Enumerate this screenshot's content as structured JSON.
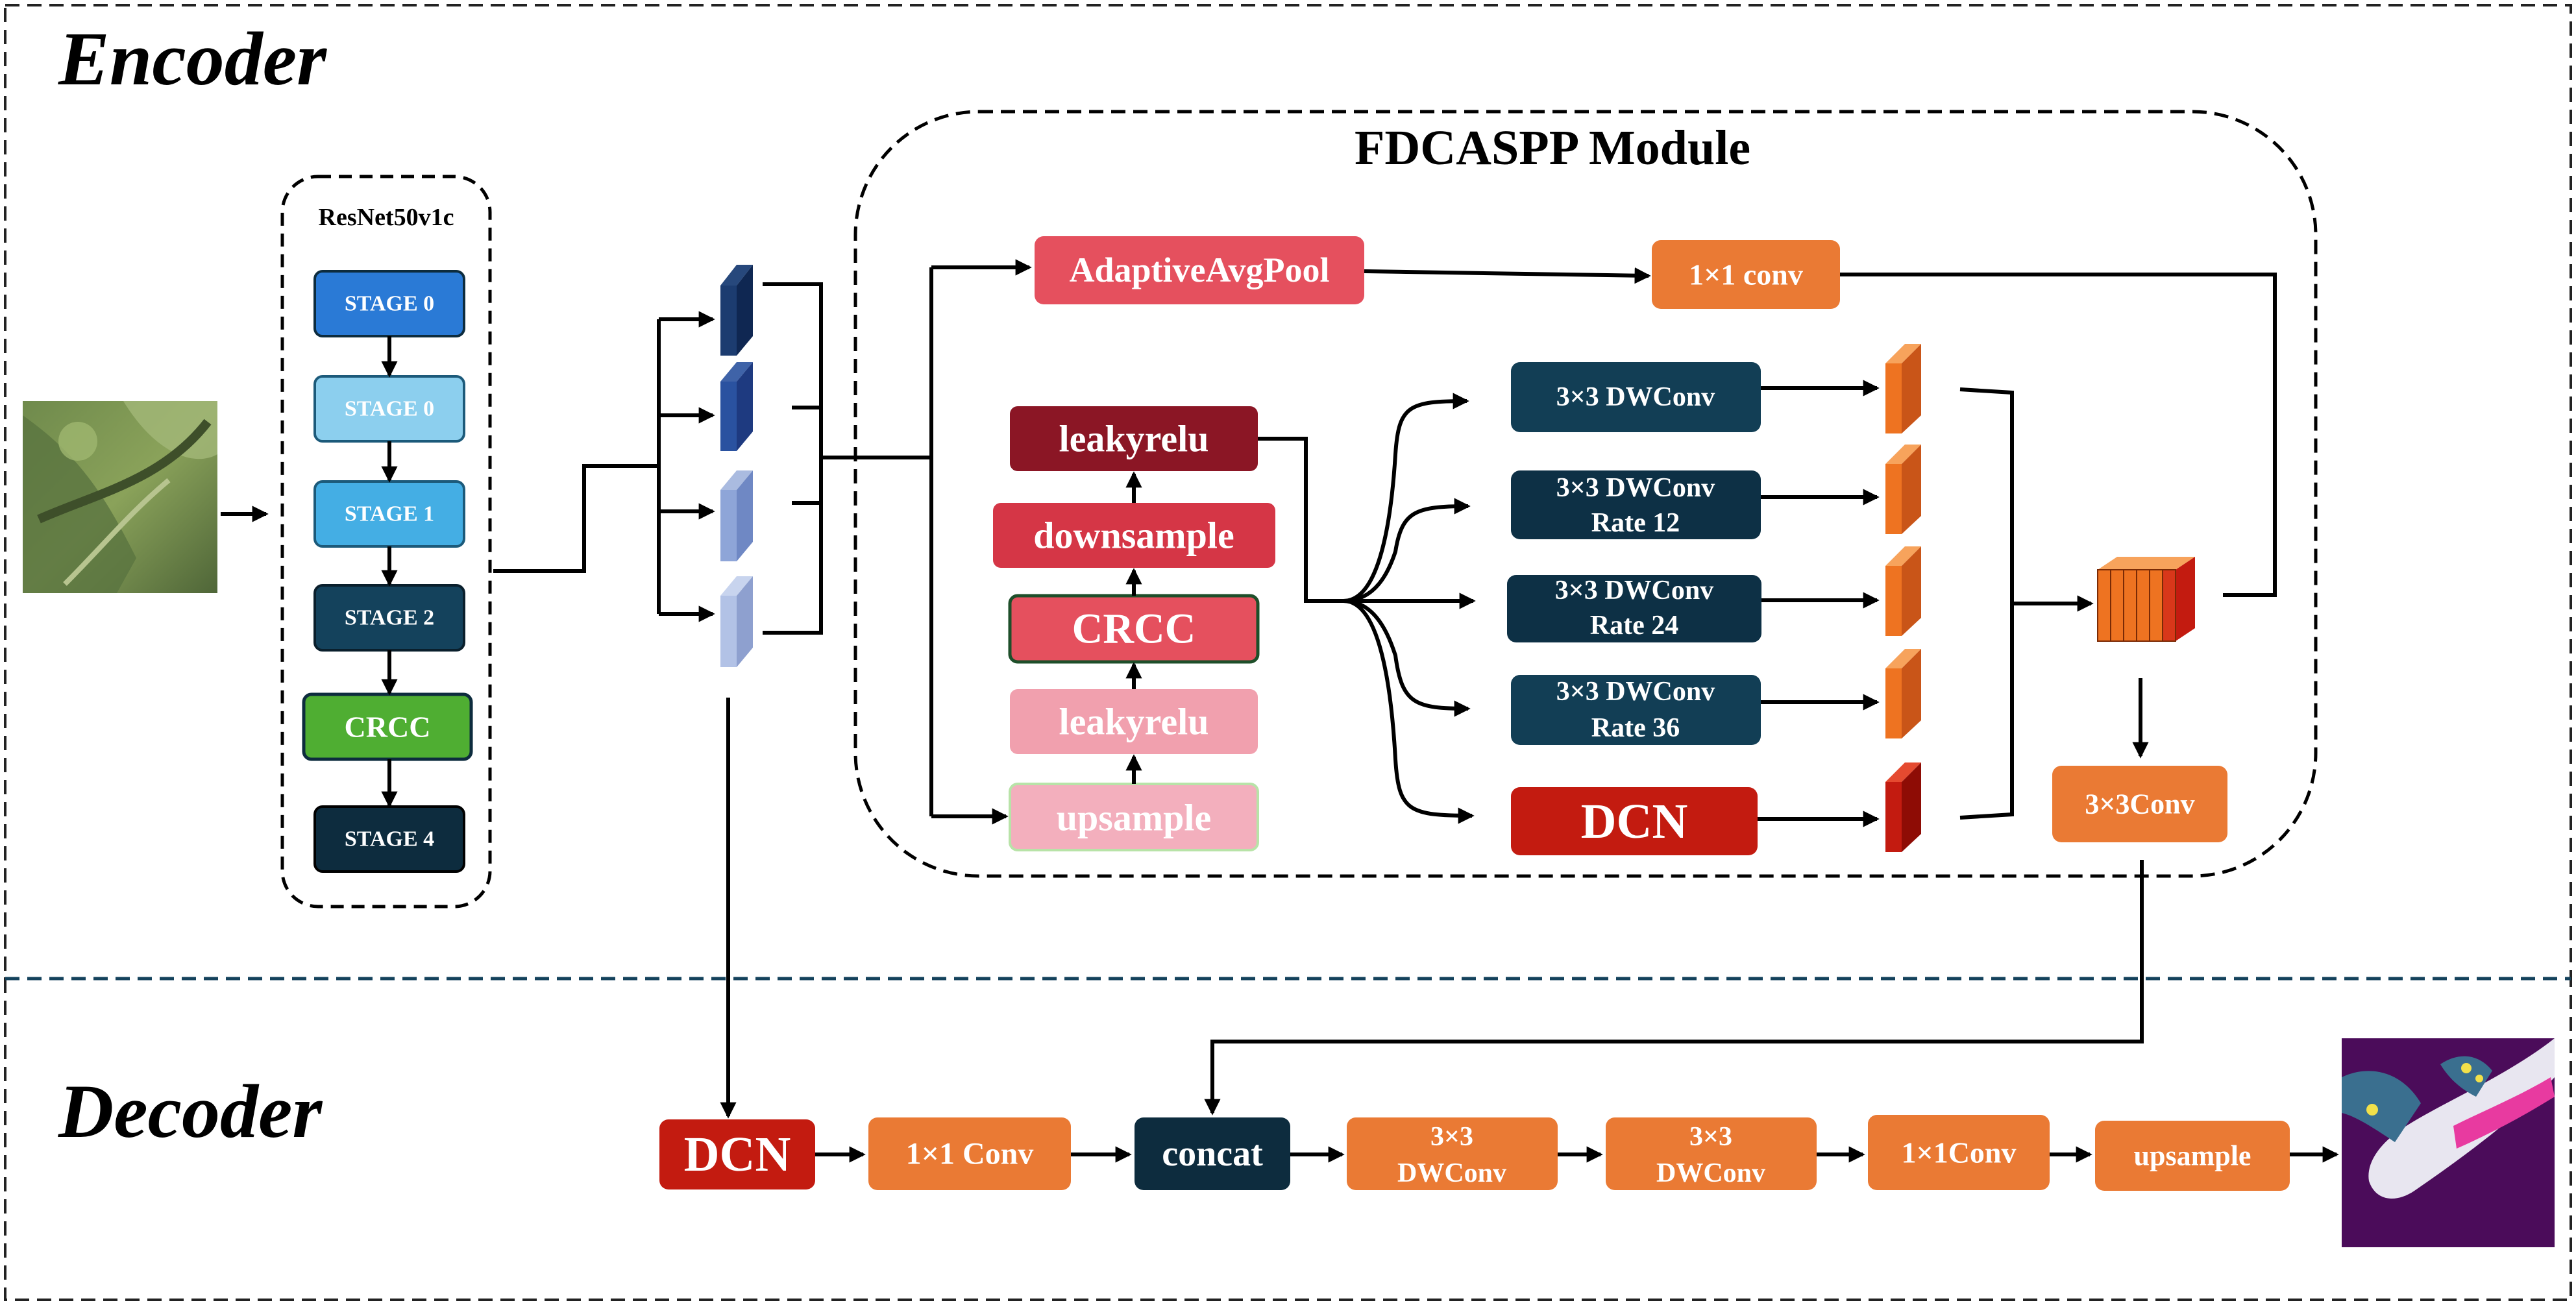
{
  "sections": {
    "encoder_title": "Encoder",
    "decoder_title": "Decoder"
  },
  "backbone": {
    "title": "ResNet50v1c",
    "blocks": [
      "STAGE 0",
      "STAGE 0",
      "STAGE 1",
      "STAGE 2",
      "CRCC",
      "STAGE 4"
    ]
  },
  "fdcaspp": {
    "title": "FDCASPP Module",
    "pool": "AdaptiveAvgPool",
    "pool_conv": "1×1 conv",
    "chain": {
      "leakyrelu_top": "leakyrelu",
      "downsample": "downsample",
      "crcc": "CRCC",
      "leakyrelu_bottom": "leakyrelu",
      "upsample": "upsample"
    },
    "branches": [
      {
        "line1": "3×3 DWConv",
        "line2": ""
      },
      {
        "line1": "3×3 DWConv",
        "line2": "Rate  12"
      },
      {
        "line1": "3×3 DWConv",
        "line2": "Rate 24"
      },
      {
        "line1": "3×3 DWConv",
        "line2": "Rate 36"
      },
      {
        "line1": "DCN",
        "line2": ""
      }
    ],
    "out_conv": "3×3Conv"
  },
  "decoder": {
    "dcn": "DCN",
    "conv1": "1×1 Conv",
    "concat": "concat",
    "dw1_line1": "3×3",
    "dw1_line2": "DWConv",
    "dw2_line1": "3×3",
    "dw2_line2": "DWConv",
    "conv2": "1×1Conv",
    "upsample": "upsample"
  },
  "colors": {
    "stage_blue_dark": "#2a7ad6",
    "stage_blue_light": "#8ccfee",
    "stage_blue_mid": "#44aee4",
    "stage_navy": "#14425c",
    "crcc_green": "#4fae32",
    "stage_darkest": "#0d2c3e",
    "pool_red": "#e5505e",
    "orange": "#ea7a34",
    "dcn_red": "#c31b10",
    "dwconv_navy": "#123e55",
    "maroon": "#8b1625"
  }
}
